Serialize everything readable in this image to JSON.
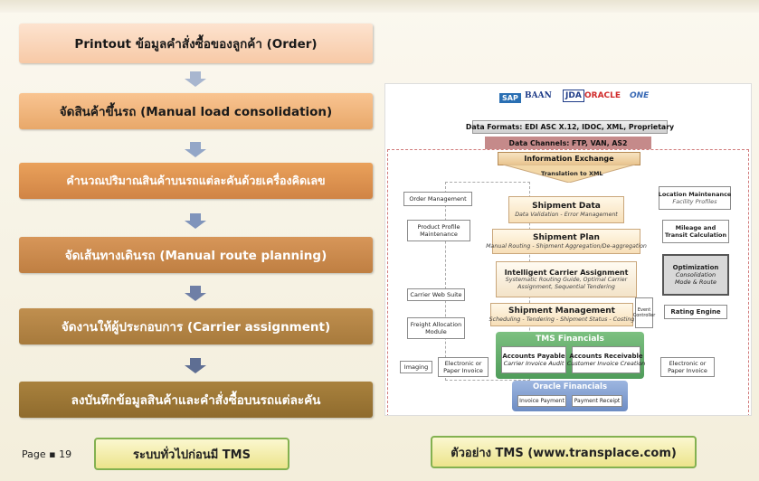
{
  "steps": [
    "Printout  ข้อมูลคำสั่งซื้อของลูกค้า (Order)",
    "จัดสินค้าขึ้นรถ (Manual load consolidation)",
    "คำนวณปริมาณสินค้าบนรถแต่ละคันด้วยเครื่องคิดเลข",
    "จัดเส้นทางเดินรถ (Manual route planning)",
    "จัดงานให้ผู้ประกอบการ (Carrier assignment)",
    "ลงบันทึกข้อมูลสินค้าและคำสั่งซื้อบนรถแต่ละคัน"
  ],
  "footer": {
    "page": "Page ▪ 19",
    "left_caption": "ระบบทั่วไปก่อนมี TMS",
    "right_caption": "ตัวอย่าง TMS (www.transplace.com)"
  },
  "diagram": {
    "logos": [
      "SAP",
      "BAAN",
      "JDA",
      "ORACLE",
      "ONE"
    ],
    "data_formats": "Data Formats: EDI ASC X.12, IDOC, XML, Proprietary",
    "data_channels": "Data Channels:  FTP, VAN, AS2",
    "information_exchange": "Information Exchange",
    "translation": "Translation to XML",
    "order_management": "Order Management",
    "product_profile": "Product Profile\nMaintenance",
    "location_maintenance": "Location Maintenance",
    "facility_profiles": "Facility Profiles",
    "shipment_data": "Shipment Data",
    "shipment_data_sub": "Data Validation - Error Management",
    "mileage": "Mileage and\nTransit Calculation",
    "shipment_plan": "Shipment Plan",
    "shipment_plan_sub": "Manual Routing - Shipment Aggregation/De-aggregation",
    "optimization": "Optimization",
    "optimization_sub": "Consolidation\nMode & Route",
    "ica": "Intelligent Carrier Assignment",
    "ica_sub": "Systematic Routing Guide, Optimal Carrier\nAssignment, Sequential Tendering",
    "carrier_web": "Carrier Web Suite",
    "freight_alloc": "Freight Allocation\nModule",
    "shipment_mgmt": "Shipment Management",
    "shipment_mgmt_sub": "Scheduling - Tendering - Shipment Status - Costing",
    "event_controller": "Event\nController",
    "rating_engine": "Rating Engine",
    "tms_financials": "TMS Financials",
    "ap": "Accounts Payable",
    "ap_sub": "Carrier Invoice Audit",
    "ar": "Accounts Receivable",
    "ar_sub": "Customer Invoice Creation",
    "imaging": "Imaging",
    "electronic_left": "Electronic or\nPaper Invoice",
    "electronic_right": "Electronic or\nPaper Invoice",
    "oracle_fin": "Oracle Financials",
    "invoice_payment": "Invoice Payment",
    "payment_receipt": "Payment Receipt"
  },
  "colors": {
    "caption_border": "#83b150",
    "exchange_bar": "#c58a8a",
    "tms_fin": "#5ea567",
    "oracle_fin": "#7f9dcf"
  }
}
